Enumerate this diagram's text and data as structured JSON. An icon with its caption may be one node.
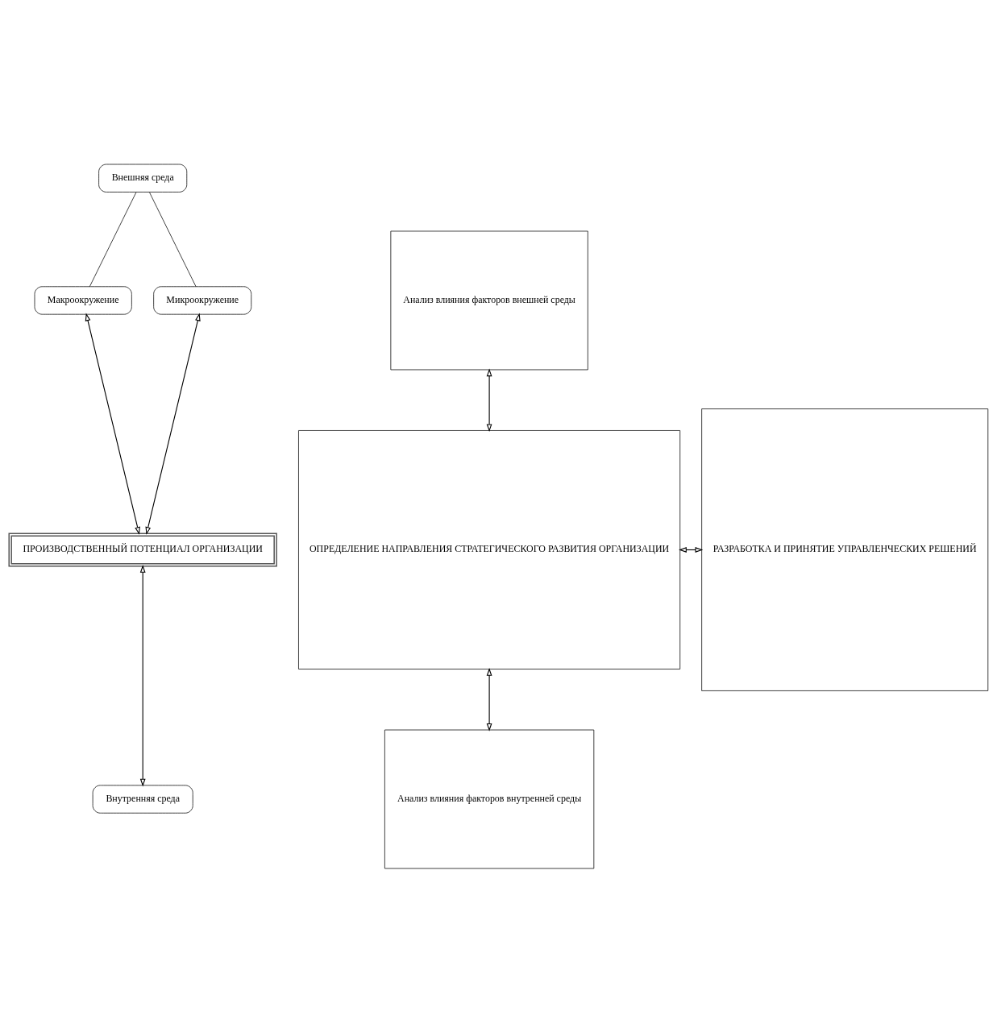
{
  "diagram": {
    "nodes": [
      {
        "text": [
          "Внешняя среда"
        ]
      },
      {
        "text": [
          "Макроокружение"
        ]
      },
      {
        "text": [
          "Микроокружение"
        ]
      },
      {
        "text": [
          "ПРОИЗВОДСТВЕННЫЙ ПОТЕНЦИАЛ ОРГАНИЗАЦИИ"
        ]
      },
      {
        "text": [
          "Внутренняя среда"
        ]
      },
      {
        "text": [
          "Анализ влияния факторов внешней среды"
        ]
      },
      {
        "text": [
          "Анализ влияния факторов внутренней среды"
        ]
      },
      {
        "text": [
          "ОПРЕДЕЛЕНИЕ НАПРАВЛЕНИЯ СТРАТЕГИЧЕСКОГО РАЗВИТИЯ ОРГАНИЗАЦИИ"
        ]
      },
      {
        "text": [
          "РАЗРАБОТКА И ПРИНЯТИЕ УПРАВЛЕНЧЕСКИХ РЕШЕНИЙ"
        ]
      }
    ],
    "edges": [
      {
        "from": 0,
        "to": 1,
        "arrow": "none"
      },
      {
        "from": 0,
        "to": 2,
        "arrow": "none"
      },
      {
        "from": 1,
        "to": 3,
        "arrow": "both"
      },
      {
        "from": 2,
        "to": 3,
        "arrow": "both"
      },
      {
        "from": 3,
        "to": 4,
        "arrow": "both"
      },
      {
        "from": 5,
        "to": 7,
        "arrow": "both"
      },
      {
        "from": 6,
        "to": 7,
        "arrow": "both"
      },
      {
        "from": 7,
        "to": 8,
        "arrow": "both"
      }
    ]
  }
}
